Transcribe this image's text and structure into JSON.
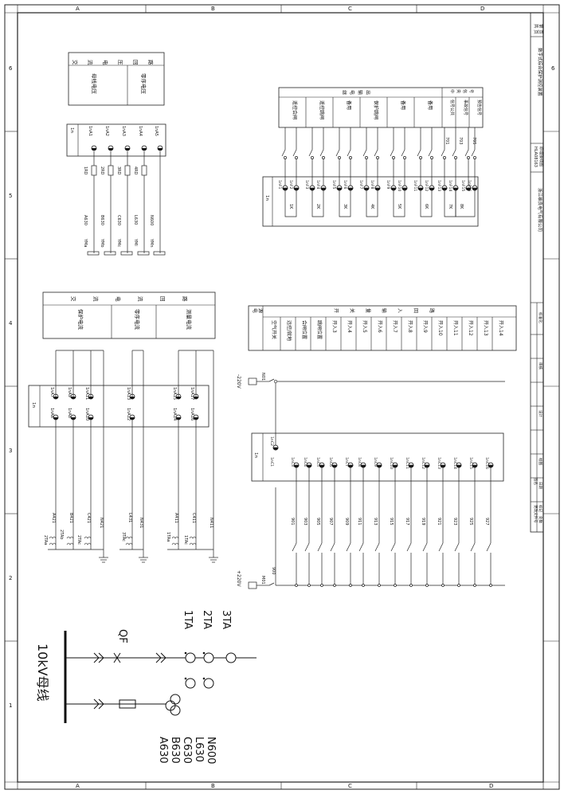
{
  "frame": {
    "grid_cols_top": [
      "A",
      "B",
      "C",
      "D"
    ],
    "grid_cols_bottom": [
      "A",
      "B",
      "C",
      "D"
    ],
    "grid_rows": [
      "6",
      "5",
      "4",
      "3",
      "2",
      "1"
    ]
  },
  "title_block": {
    "product": "数字式综合保护测控装置",
    "drawing_no": "HLA08163",
    "drawing_name": "原理接线图",
    "company": "浙江维良电气有限公司",
    "page": "第 页",
    "total": "共 页",
    "cells": [
      "标准化",
      "审核",
      "设计",
      "绘图",
      "日期",
      "标记",
      "处数",
      "更改文件号",
      "签名"
    ]
  },
  "ac_voltage": {
    "header_chars": [
      "交",
      "流",
      "电",
      "压",
      "回",
      "路"
    ],
    "labels": [
      "母线电压",
      "零序电压"
    ],
    "block_id": "1n",
    "terminals": [
      "1nA1",
      "1nA2",
      "1nA3",
      "1nA4",
      "1nA5"
    ],
    "fuses": [
      "1RD",
      "2RD",
      "3RD",
      "4RD"
    ],
    "wires": [
      "A630",
      "B630",
      "C630",
      "L630",
      "N600"
    ],
    "buses": [
      "YMa",
      "YMb",
      "YMc",
      "YMl",
      "YMn"
    ]
  },
  "ac_current": {
    "header_chars": [
      "交",
      "流",
      "电",
      "流",
      "回",
      "路"
    ],
    "labels": [
      "保护电流",
      "零序电流",
      "测量电流"
    ],
    "block_id": "1n",
    "top_terminals": [
      "1nA7",
      "1nA9",
      "1nA11",
      "1nA13",
      "1nA15",
      "1nA17"
    ],
    "bottom_terminals": [
      "1nA6",
      "1nA8",
      "1nA10",
      "1nA12",
      "1nA14",
      "1nA16"
    ],
    "wires": [
      "A421",
      "B421",
      "C421",
      "N421",
      "L431",
      "N431",
      "A411",
      "C411",
      "N411"
    ],
    "cts": [
      "2TAa",
      "2TAb",
      "2TAc",
      "3TAc",
      "1TAa",
      "1TAc"
    ]
  },
  "relay_outputs": {
    "header": [
      "继",
      "电",
      "输",
      "出"
    ],
    "labels": [
      "遥控合闸",
      "遥控跳闸",
      "备用",
      "保护跳闸",
      "备用",
      "备用"
    ],
    "signal_header": [
      "中",
      "央",
      "信",
      "号"
    ],
    "signal_labels": [
      "信号公共",
      "事故信号",
      "预告信号"
    ],
    "signal_wires": [
      "701",
      "703",
      "705"
    ],
    "block_id": "1n",
    "top_terminals": [
      "1nF1",
      "1nF2",
      "1nF3",
      "1nF4",
      "1nF5",
      "1nF6",
      "1nF7",
      "1nF8",
      "1nF9",
      "1nF10",
      "1nF11",
      "1nF12",
      "1nF13",
      "1nF14",
      "1nF15",
      "1nF16"
    ],
    "contacts": [
      "1K",
      "2K",
      "3K",
      "4K",
      "5K",
      "6K",
      "7K",
      "8K"
    ]
  },
  "digital_inputs": {
    "header": [
      "开",
      "关",
      "量",
      "输",
      "入",
      "回",
      "路"
    ],
    "first_header": [
      "电",
      "源"
    ],
    "labels": [
      "空气开关",
      "远控/就地",
      "合闸位置",
      "跳闸位置",
      "开入3",
      "开入4",
      "开入5",
      "开入6",
      "开入7",
      "开入8",
      "开入9",
      "开入10",
      "开入11",
      "开入12",
      "开入13",
      "开入14"
    ],
    "neg_supply": "-220V",
    "pos_supply": "+220V",
    "neg_label": "N01",
    "pos_label": "M01",
    "pos_wire": "900",
    "block_id": "1n",
    "top_terminals": [
      "1nC2"
    ],
    "bottom_terminals": [
      "1nC1",
      "1nC3",
      "1nC4",
      "1nC5",
      "1nC6",
      "1nC7",
      "1nC8",
      "1nC9",
      "1nC10",
      "1nC11",
      "1nC12",
      "1nC13",
      "1nC14",
      "1nC15",
      "1nC16"
    ],
    "wires": [
      "901",
      "903",
      "905",
      "907",
      "909",
      "911",
      "913",
      "915",
      "917",
      "919",
      "921",
      "923",
      "925",
      "927"
    ]
  },
  "single_line": {
    "bus_label": "10kV母线",
    "breaker": "QF",
    "cts": [
      "1TA",
      "2TA",
      "3TA"
    ],
    "pt_wires": [
      "A630",
      "B630",
      "C630",
      "L630",
      "N600"
    ]
  }
}
